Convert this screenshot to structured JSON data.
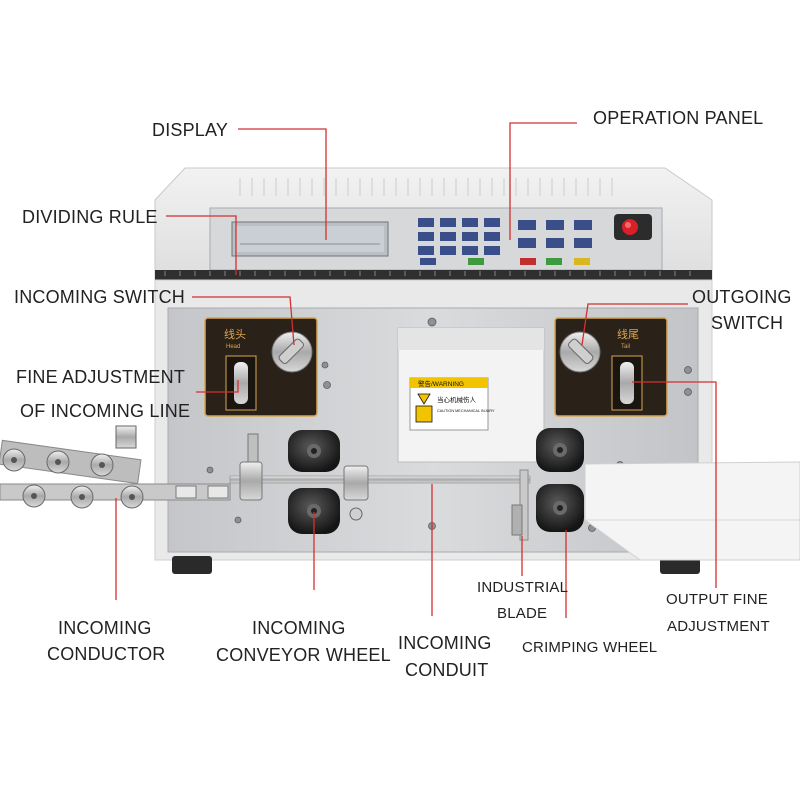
{
  "labels": {
    "display": "DISPLAY",
    "operation_panel": "OPERATION PANEL",
    "dividing_rule": "DIVIDING RULE",
    "incoming_switch": "INCOMING SWITCH",
    "outgoing_switch_1": "OUTGOING",
    "outgoing_switch_2": "SWITCH",
    "fine_adjustment_1": "FINE ADJUSTMENT",
    "fine_adjustment_2": "OF INCOMING LINE",
    "industrial_blade_1": "INDUSTRIAL",
    "industrial_blade_2": "BLADE",
    "output_fine_1": "OUTPUT FINE",
    "output_fine_2": "ADJUSTMENT",
    "incoming_conductor_1": "INCOMING",
    "incoming_conductor_2": "CONDUCTOR",
    "incoming_conveyor_1": "INCOMING",
    "incoming_conveyor_2": "CONVEYOR WHEEL",
    "incoming_conduit_1": "INCOMING",
    "incoming_conduit_2": "CONDUIT",
    "crimping_wheel": "CRIMPING WHEEL"
  },
  "machine_text": {
    "head_cn": "线头",
    "head_en": "Head",
    "tail_cn": "线尾",
    "tail_en": "Tail",
    "warning": "警告/WARNING",
    "caution_cn": "当心机械伤人",
    "caution_en": "CAUTION MECHANICAL INJURY"
  },
  "colors": {
    "leader_line": "#d23030",
    "stop_button": "#d8202a",
    "machine_body": "#e8e8e8",
    "front_plate": "#cfd1d3",
    "knob_panel": "#2a2118",
    "knob_panel_trim": "#d9a650"
  }
}
